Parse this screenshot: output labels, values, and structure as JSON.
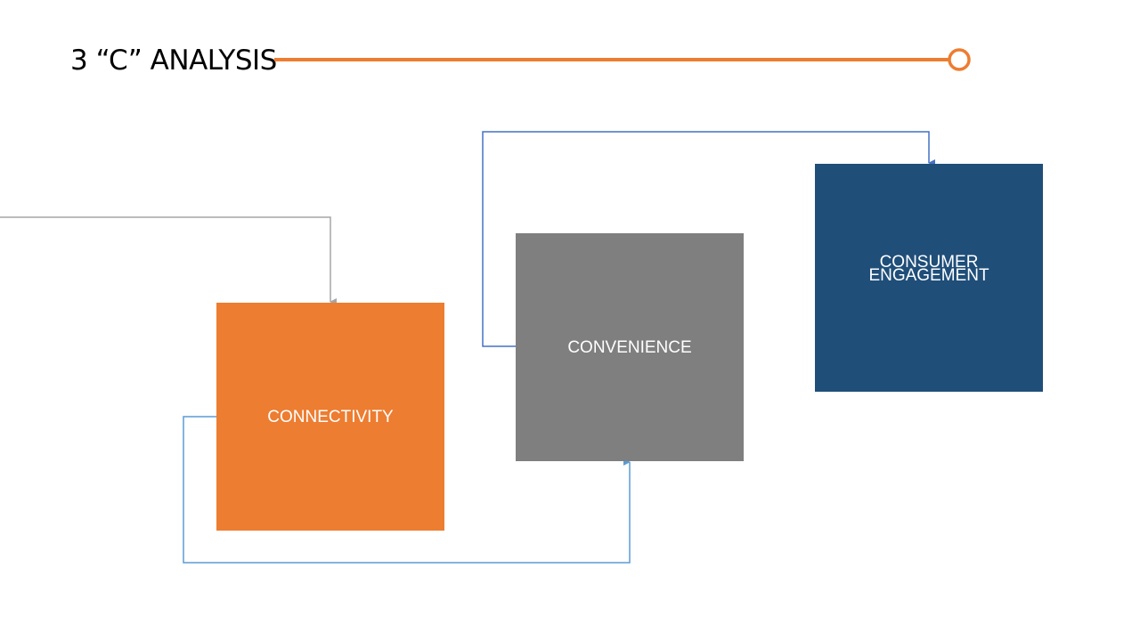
{
  "title": "3 “C” ANALYSIS",
  "colors": {
    "accent": "#ED7D31",
    "connectivity": "#ED7D31",
    "convenience": "#7F7F7F",
    "engagement": "#1F4E79",
    "connector_gray": "#A5A5A5",
    "connector_light_blue": "#5B9BD5",
    "connector_blue": "#4472C4"
  },
  "boxes": [
    {
      "label": "CONNECTIVITY"
    },
    {
      "label": "CONVENIENCE"
    },
    {
      "label_line1": "CONSUMER",
      "label_line2": "ENGAGEMENT"
    }
  ]
}
